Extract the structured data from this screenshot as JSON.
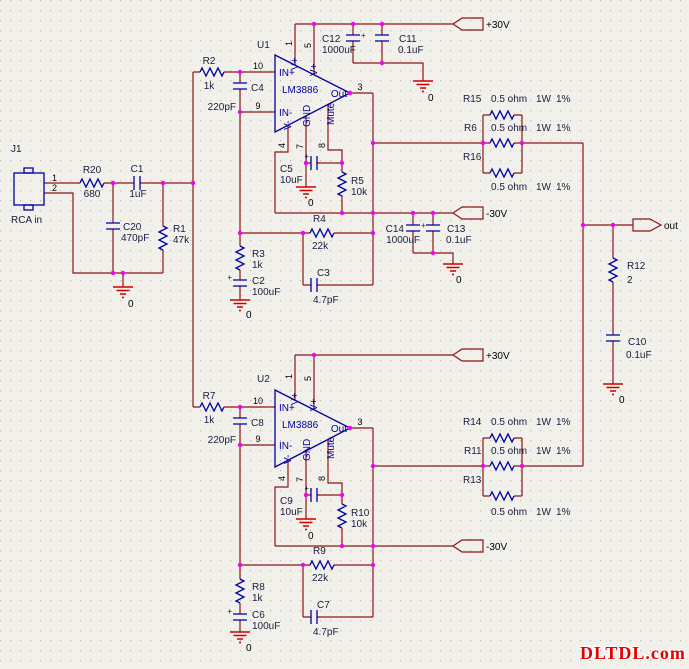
{
  "watermark": "DLTDL.com",
  "gnd": "0",
  "plus": "+",
  "ports": {
    "p30": "+30V",
    "n30": "-30V",
    "out": "out"
  },
  "input": {
    "j1": "J1",
    "rca": "RCA in",
    "p1": "1",
    "p2": "2",
    "r20": "R20",
    "r20v": "680",
    "c1": "C1",
    "c1v": "1uF",
    "c20": "C20",
    "c20v": "470pF",
    "r1": "R1",
    "r1v": "47k"
  },
  "amp": {
    "part": "LM3886",
    "inp": "IN+",
    "inn": "IN-",
    "outl": "Out",
    "gndl": "GND",
    "mute": "Mute",
    "vp": "V+",
    "vm": "V-",
    "p1": "1",
    "p5": "5",
    "p10": "10",
    "p9": "9",
    "p3": "3",
    "p4": "4",
    "p7": "7",
    "p8": "8"
  },
  "ch1": {
    "u": "U1",
    "r2": "R2",
    "r2v": "1k",
    "c4": "C4",
    "c4v": "220pF",
    "r3": "R3",
    "r3v": "1k",
    "c2": "C2",
    "c2v": "100uF",
    "r4": "R4",
    "r4v": "22k",
    "c3": "C3",
    "c3v": "4.7pF",
    "c5": "C5",
    "c5v": "10uF",
    "r5": "R5",
    "r5v": "10k",
    "c12": "C12",
    "c12v": "1000uF",
    "c11": "C11",
    "c11v": "0.1uF",
    "c14": "C14",
    "c14v": "1000uF",
    "c13": "C13",
    "c13v": "0.1uF",
    "r15": "R15",
    "r6": "R6",
    "r16": "R16"
  },
  "ch2": {
    "u": "U2",
    "r7": "R7",
    "r7v": "1k",
    "c8": "C8",
    "c8v": "220pF",
    "r8": "R8",
    "r8v": "1k",
    "c6": "C6",
    "c6v": "100uF",
    "r9": "R9",
    "r9v": "22k",
    "c7": "C7",
    "c7v": "4.7pF",
    "c9": "C9",
    "c9v": "10uF",
    "r10": "R10",
    "r10v": "10k",
    "r14": "R14",
    "r11": "R11",
    "r13": "R13"
  },
  "bank": {
    "val": "0.5 ohm",
    "watt": "1W",
    "tol": "1%"
  },
  "outnet": {
    "r12": "R12",
    "r12v": "2",
    "c10": "C10",
    "c10v": "0.1uF"
  }
}
